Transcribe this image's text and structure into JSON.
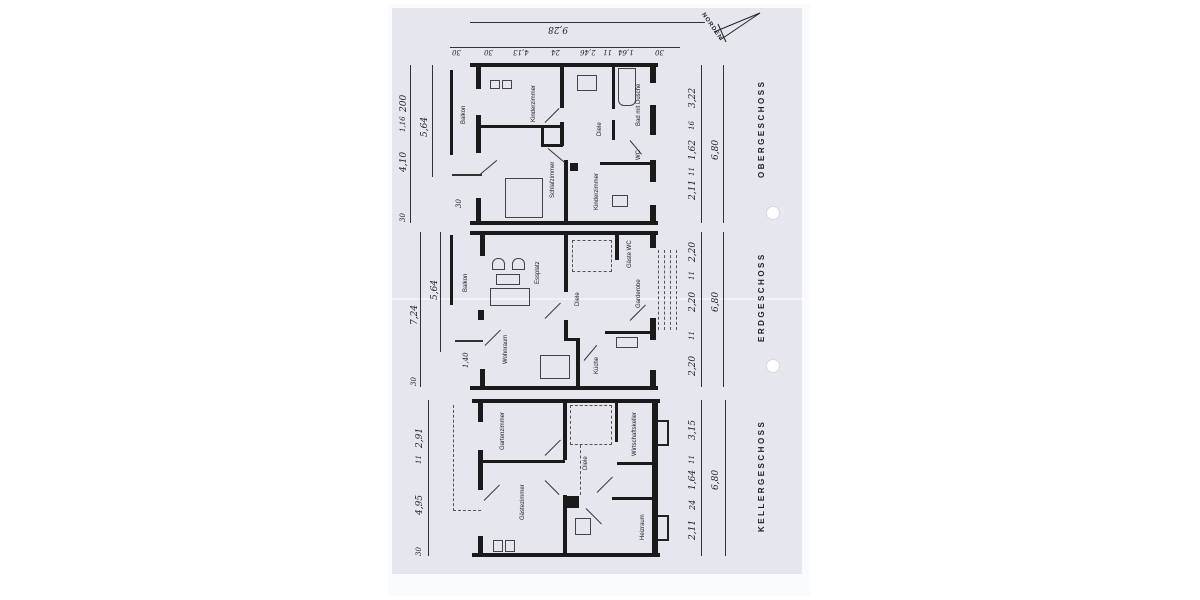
{
  "document": {
    "type": "floor-plan-scan",
    "north_label": "NORDEN",
    "floors": [
      {
        "name": "OBERGESCHOSS",
        "rooms": [
          "Balkon",
          "Kinderzimmer",
          "Diele",
          "Bad mit Dusche",
          "WC",
          "Schlafzimmer",
          "Kinderzimmer"
        ],
        "dims_left": [
          "200",
          "5,64",
          "1,16",
          "4,10",
          "30"
        ],
        "dims_right": [
          "3,22",
          "16",
          "1,62",
          "11",
          "2,11"
        ],
        "dim_total_right": "6,80"
      },
      {
        "name": "ERDGESCHOSS",
        "rooms": [
          "Balkon",
          "Essplatz",
          "Diele",
          "Gäste WC",
          "Garderobe",
          "Wohnraum",
          "Küche"
        ],
        "dims_left": [
          "5,64",
          "7,24",
          "30"
        ],
        "dims_right": [
          "2,20",
          "11",
          "2,20",
          "11",
          "2,20"
        ],
        "dim_total_right": "6,80",
        "balcony_depth": "1,40"
      },
      {
        "name": "KELLERGESCHOSS",
        "rooms": [
          "Gartenzimmer",
          "Diele",
          "Wirtschaftskeller",
          "Gästezimmer",
          "Heizraum"
        ],
        "dims_left": [
          "2,91",
          "11",
          "4,95",
          "30"
        ],
        "dims_right": [
          "3,15",
          "11",
          "1,64",
          "24",
          "2,11"
        ],
        "dim_total_right": "6,80"
      }
    ],
    "top_dims": {
      "total": "9,28",
      "segments": [
        "30",
        "4,13",
        "24",
        "2,46",
        "11",
        "1,64",
        "30",
        "30"
      ]
    }
  }
}
